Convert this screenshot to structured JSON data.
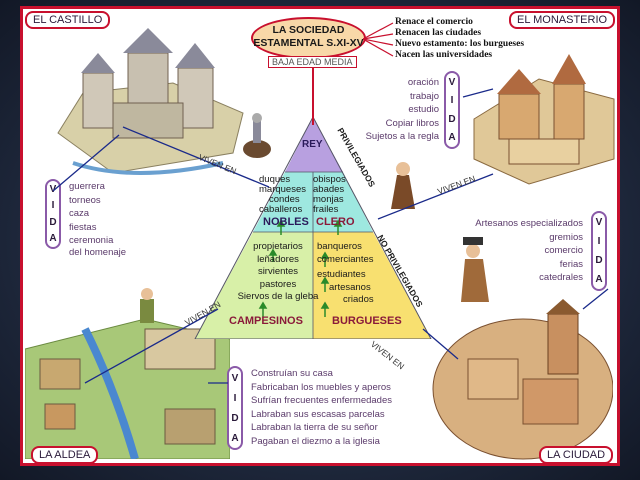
{
  "header": {
    "title_line1": "LA SOCIEDAD",
    "title_line2": "ESTAMENTAL S.XI-XV",
    "subtitle": "BAJA EDAD MEDIA",
    "renace": [
      "Renace el comercio",
      "Renacen las ciudades",
      "Nuevo estamento: los burgueses",
      "Nacen las universidades"
    ]
  },
  "corners": {
    "castillo": "EL CASTILLO",
    "monasterio": "EL MONASTERIO",
    "aldea": "LA ALDEA",
    "ciudad": "LA CIUDAD"
  },
  "vida": [
    "V",
    "I",
    "D",
    "A"
  ],
  "castillo_vida": [
    "guerrera",
    "torneos",
    "caza",
    "fiestas",
    "ceremonia",
    "del homenaje"
  ],
  "monasterio_vida": [
    "oración",
    "trabajo",
    "estudio",
    "Copiar libros",
    "Sujetos a la regla"
  ],
  "ciudad_vida": [
    "Artesanos especializados",
    "gremios",
    "comercio",
    "ferias",
    "catedrales"
  ],
  "aldea_vida": [
    "Construían su casa",
    "Fabricaban los muebles y aperos",
    "Sufrían frecuentes enfermedades",
    "Labraban sus escasas parcelas",
    "Labraban la tierra de su señor",
    "Pagaban el diezmo a la iglesia"
  ],
  "pyramid": {
    "rey": "REY",
    "nobles_members": [
      "duques",
      "marqueses",
      "condes",
      "caballeros"
    ],
    "clero_members": [
      "obispos",
      "abades",
      "monjas",
      "frailes"
    ],
    "nobles": "NOBLES",
    "clero": "CLERO",
    "campesinos_members": [
      "propietarios",
      "leñadores",
      "sirvientes",
      "pastores",
      "Siervos de la gleba"
    ],
    "burgueses_members": [
      "banqueros",
      "comerciantes",
      "estudiantes",
      "artesanos",
      "criados"
    ],
    "campesinos": "CAMPESINOS",
    "burgueses": "BURGUESES",
    "privilegiados": "PRIVILEGIADOS",
    "no_privilegiados": "NO PRIVILEGIADOS"
  },
  "viven_en": "VIVEN EN",
  "colors": {
    "frame": "#c8102e",
    "rey": "#b8a0e0",
    "nobles_clero": "#9ee8e0",
    "campesinos": "#d8f0a8",
    "burgueses": "#f8e070",
    "vida_border": "#8a5aa8"
  }
}
